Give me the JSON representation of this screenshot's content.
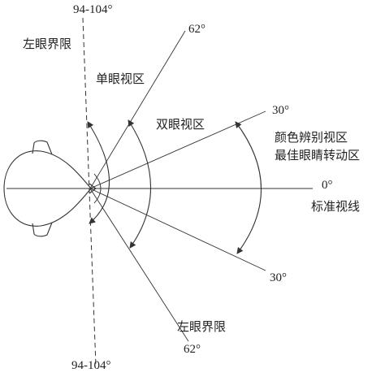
{
  "labels": {
    "top_angle": "94-104°",
    "bottom_angle": "94-104°",
    "left_limit_top": "左眼界限",
    "left_limit_bottom": "左眼界限",
    "monocular": "单眼视区",
    "binocular": "双眼视区",
    "color_zone_line1": "颜色辨别视区",
    "color_zone_line2": "最佳眼睛转动区",
    "angle_62_top": "62°",
    "angle_62_bottom": "62°",
    "angle_30_top": "30°",
    "angle_30_bottom": "30°",
    "angle_0": "0°",
    "standard_line": "标准视线"
  }
}
